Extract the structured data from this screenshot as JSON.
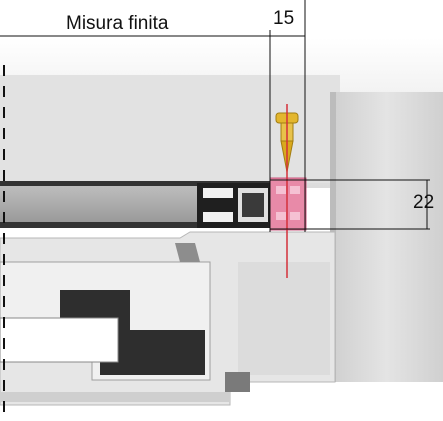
{
  "labels": {
    "finished_size": "Misura finita",
    "dim_width": "15",
    "dim_height": "22"
  },
  "colors": {
    "background": "#ffffff",
    "dimension_line": "#111111",
    "axis_line": "#d4303a",
    "fixing_block": "#e88aa8",
    "screw": "#e3b62e",
    "profile_light": "#e6e6e6",
    "profile_mid": "#c8c8c8",
    "profile_dark": "#3c3c3c",
    "wall": "#d9d9d9"
  },
  "icons": [
    "screw-icon"
  ]
}
